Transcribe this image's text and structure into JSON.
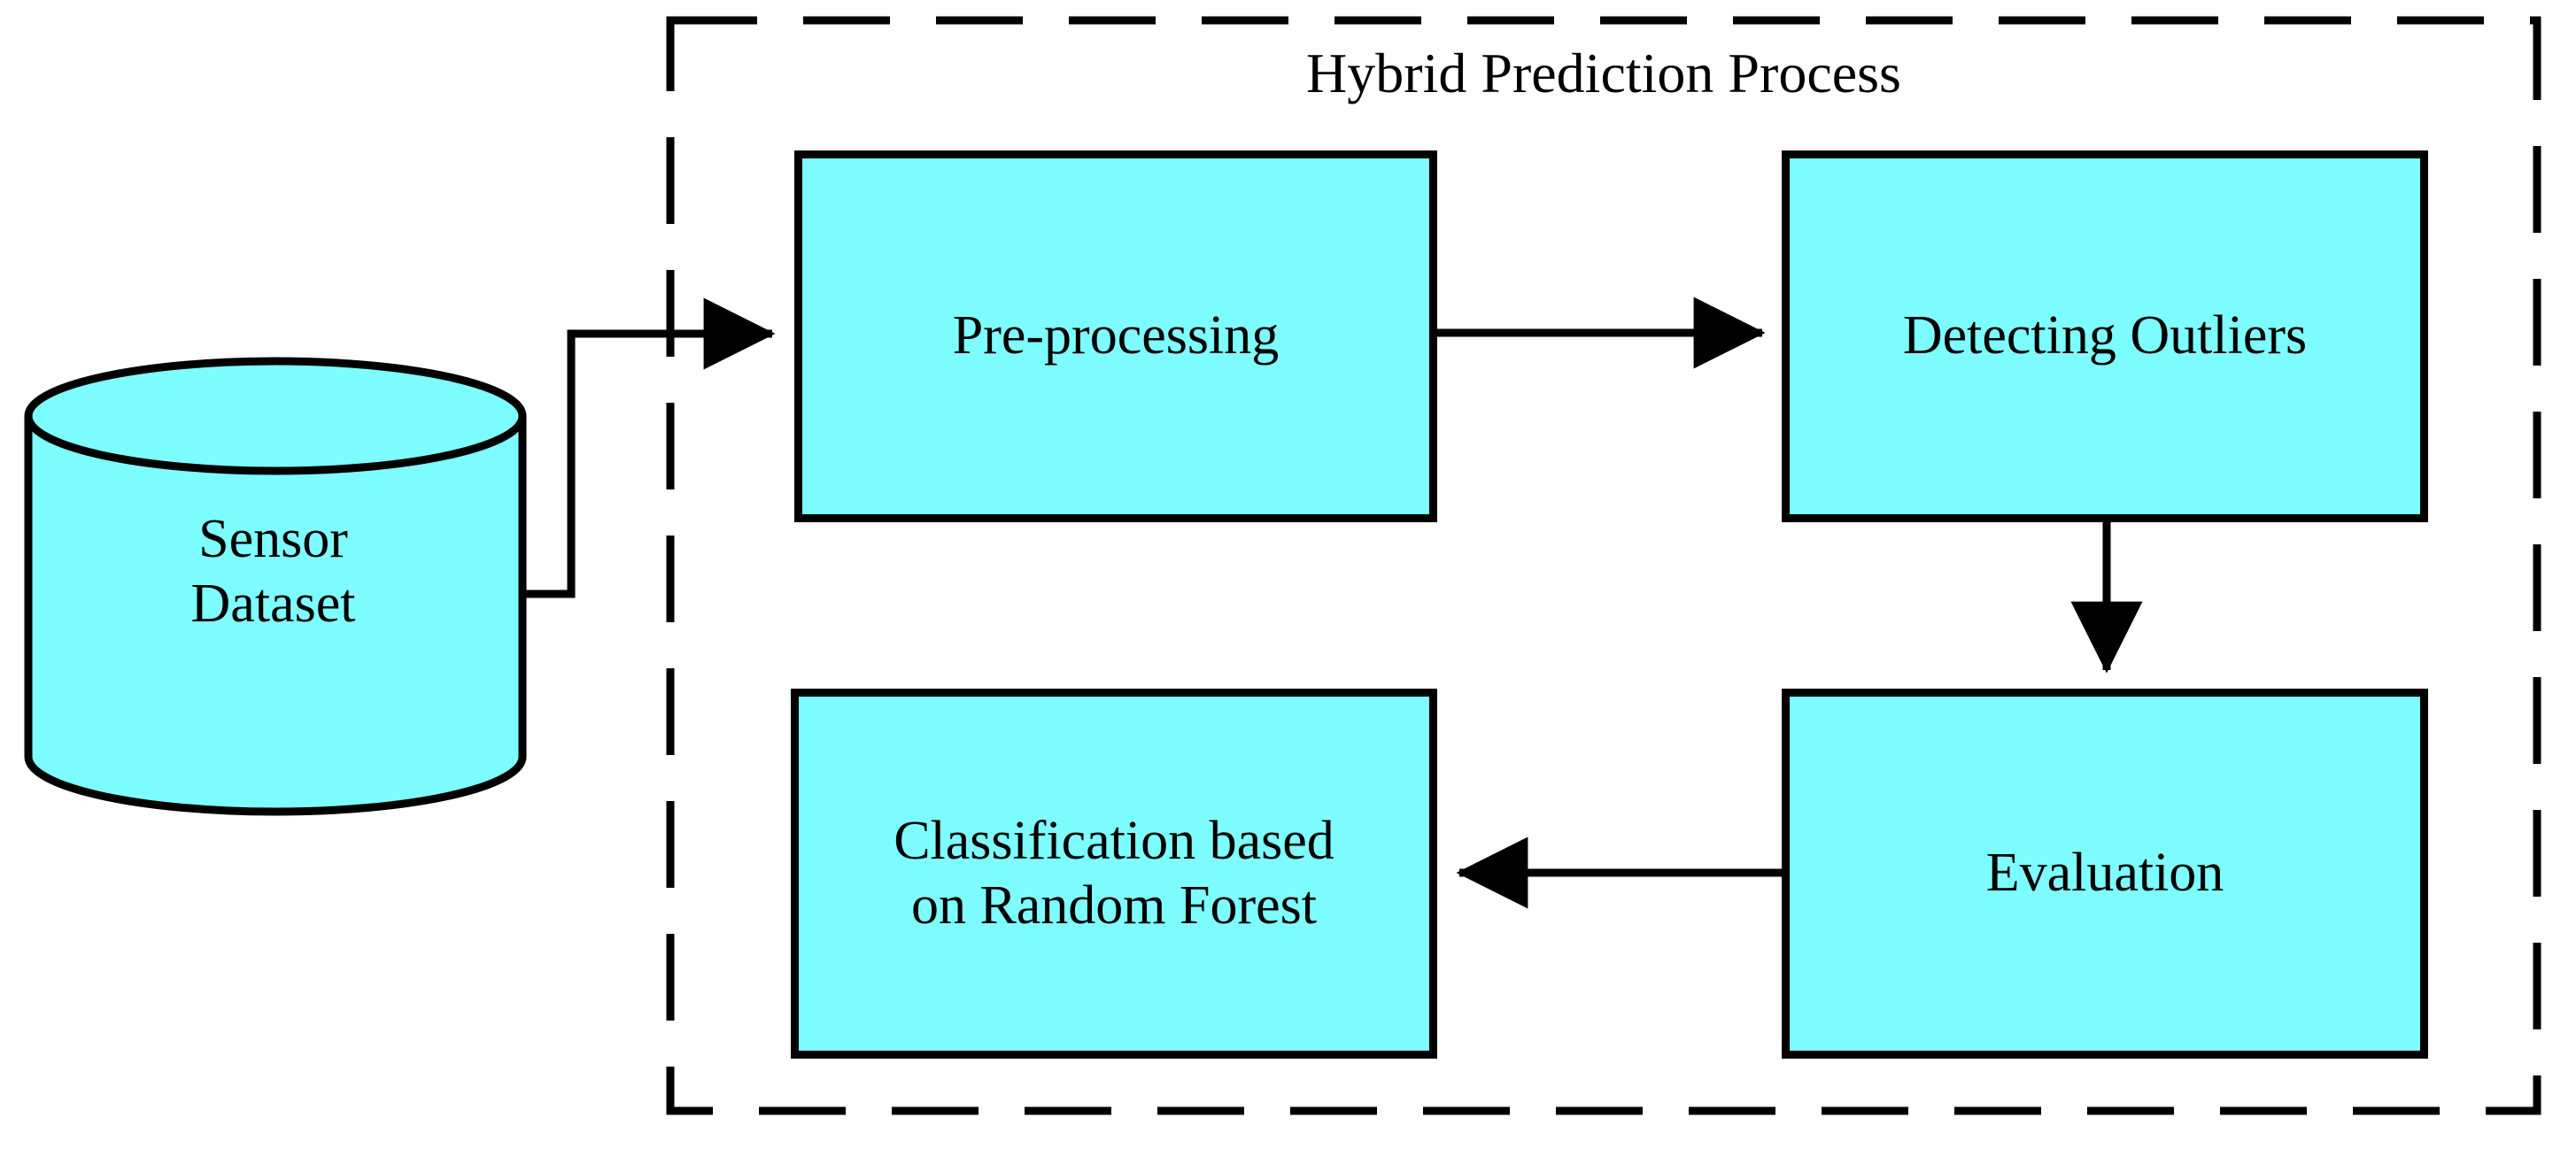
{
  "diagram": {
    "title": "Hybrid Prediction Process",
    "colors": {
      "node_fill": "#7dfdff",
      "stroke": "#000000",
      "background": "#ffffff"
    },
    "datastore": {
      "name": "sensor-dataset",
      "label": "Sensor\nDataset",
      "shape": "cylinder"
    },
    "container": {
      "name": "hybrid-prediction-process",
      "label": "Hybrid Prediction Process",
      "border_style": "dashed"
    },
    "nodes": [
      {
        "id": "preprocessing",
        "label": "Pre-processing",
        "shape": "rectangle"
      },
      {
        "id": "detecting",
        "label": "Detecting Outliers",
        "shape": "rectangle"
      },
      {
        "id": "evaluation",
        "label": "Evaluation",
        "shape": "rectangle"
      },
      {
        "id": "classification",
        "label": "Classification based\non Random Forest",
        "shape": "rectangle"
      }
    ],
    "edges": [
      {
        "from": "sensor-dataset",
        "to": "preprocessing",
        "style": "elbow-arrow",
        "direction": "right"
      },
      {
        "from": "preprocessing",
        "to": "detecting",
        "style": "straight-arrow",
        "direction": "right"
      },
      {
        "from": "detecting",
        "to": "evaluation",
        "style": "straight-arrow",
        "direction": "down"
      },
      {
        "from": "evaluation",
        "to": "classification",
        "style": "straight-arrow",
        "direction": "left"
      }
    ]
  }
}
